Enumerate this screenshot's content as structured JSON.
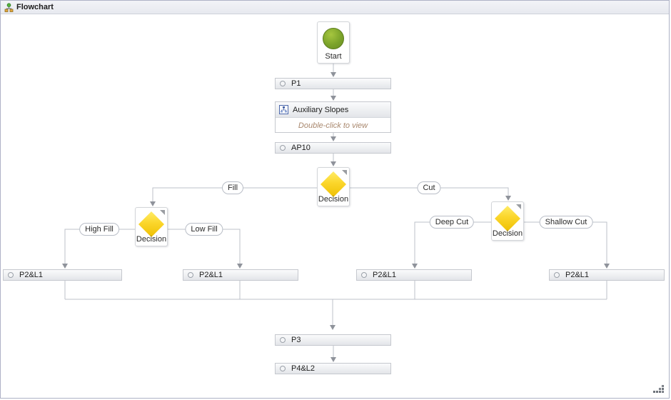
{
  "window": {
    "title": "Flowchart"
  },
  "flowchart": {
    "start": {
      "label": "Start"
    },
    "process_p1": {
      "label": "P1"
    },
    "subflowchart": {
      "title": "Auxiliary Slopes",
      "hint": "Double-click to view"
    },
    "process_ap10": {
      "label": "AP10"
    },
    "decision_main": {
      "label": "Decision"
    },
    "decision_fill": {
      "label": "Decision"
    },
    "decision_cut": {
      "label": "Decision"
    },
    "branches": {
      "fill": "Fill",
      "cut": "Cut",
      "high_fill": "High Fill",
      "low_fill": "Low Fill",
      "deep_cut": "Deep Cut",
      "shallow_cut": "Shallow Cut"
    },
    "process_p2l1_high_fill": {
      "label": "P2&L1"
    },
    "process_p2l1_low_fill": {
      "label": "P2&L1"
    },
    "process_p2l1_deep_cut": {
      "label": "P2&L1"
    },
    "process_p2l1_shallow_cut": {
      "label": "P2&L1"
    },
    "process_p3": {
      "label": "P3"
    },
    "process_p4l2": {
      "label": "P4&L2"
    }
  },
  "colors": {
    "connector": "#bcc1ca",
    "arrowhead": "#8f939b",
    "diamond_top": "#ffec67",
    "diamond_bottom": "#eec004",
    "start_green": "#7ba32a",
    "hint_text": "#a9886e",
    "box_border": "#c5c8ce"
  }
}
